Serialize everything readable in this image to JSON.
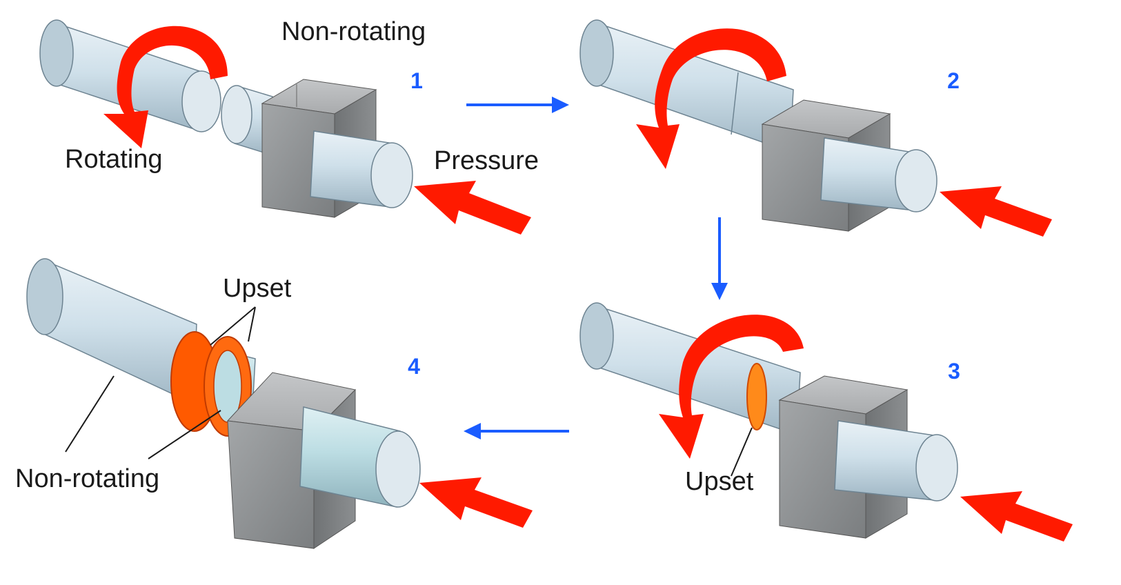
{
  "colors": {
    "rotation_arrow": "#ff1a00",
    "pressure_arrow": "#ff1a00",
    "flow_arrow": "#1a5cff",
    "step_number": "#1a5cff",
    "shaft": "#c9dde8",
    "clamp": "#8c8f92",
    "upset": "#ff5a00"
  },
  "labels": {
    "rotating": "Rotating",
    "non_rotating_top": "Non-rotating",
    "pressure": "Pressure",
    "upset_step3": "Upset",
    "upset_step4": "Upset",
    "non_rotating_step4": "Non-rotating"
  },
  "steps": [
    "1",
    "2",
    "3",
    "4"
  ],
  "icons": {
    "rotation": "curved-rotation-arrow-icon",
    "pressure": "pressure-arrow-icon",
    "flow": "flow-arrow-icon"
  }
}
